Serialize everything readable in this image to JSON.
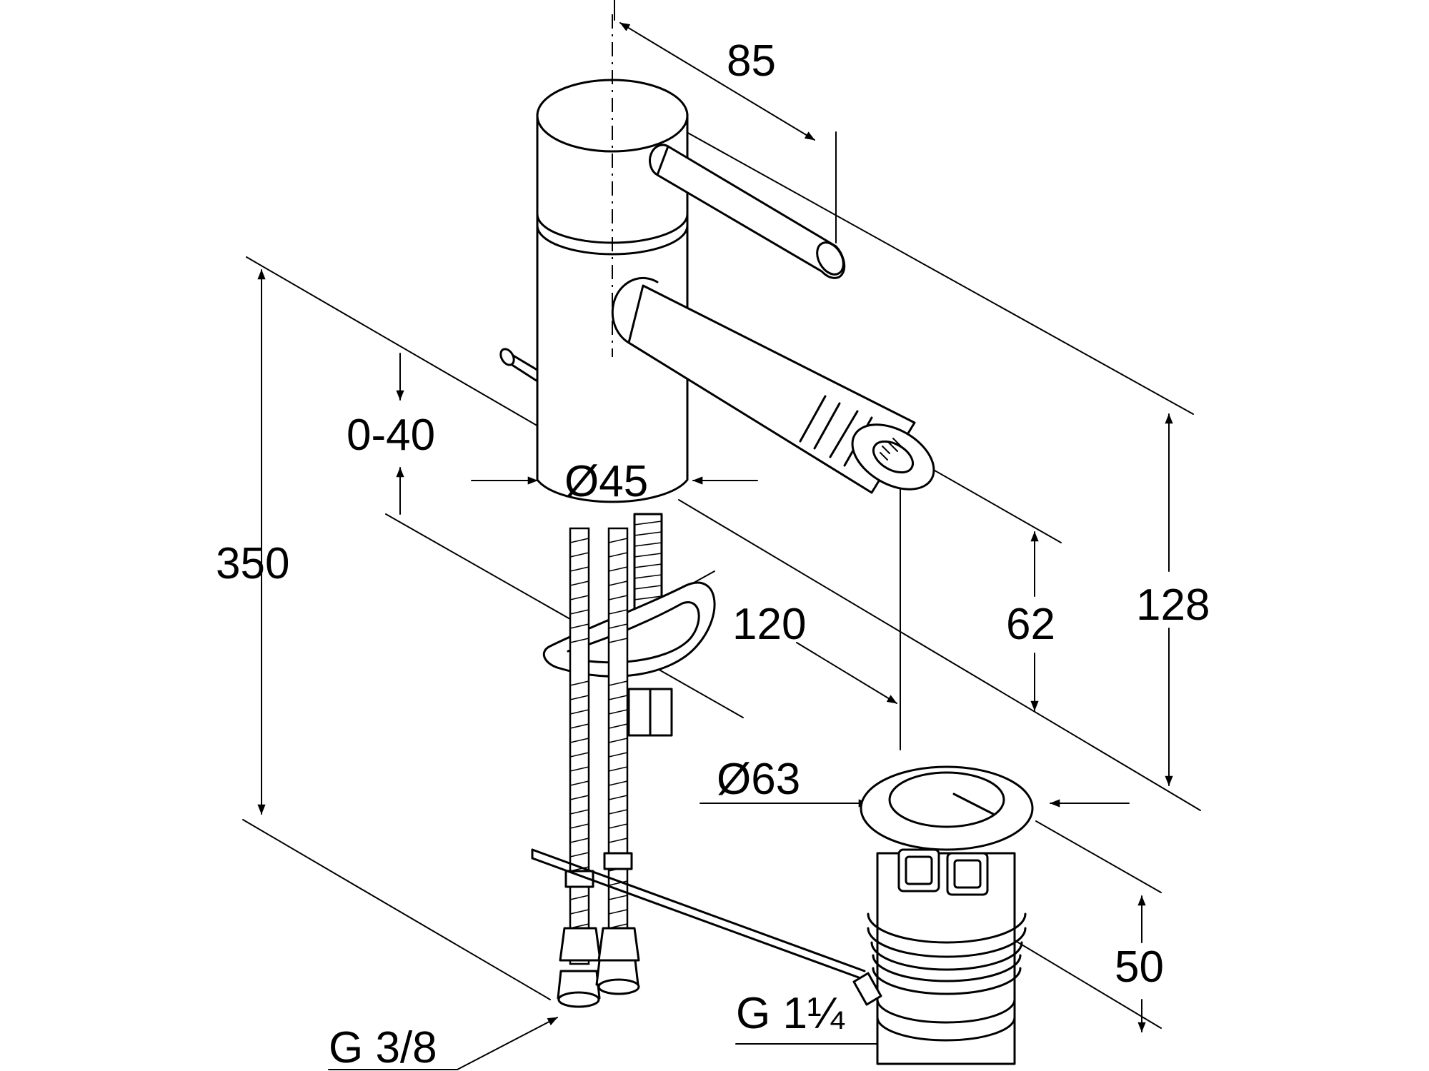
{
  "dimensions": {
    "spout_reach": "85",
    "lever_height": "0-40",
    "body_diameter": "Ø45",
    "total_height": "350",
    "spout_height": "62",
    "top_height": "128",
    "outlet_offset": "120",
    "waste_diameter": "Ø63",
    "waste_height": "50",
    "waste_thread": "G 1¼",
    "supply_thread": "G 3/8"
  }
}
